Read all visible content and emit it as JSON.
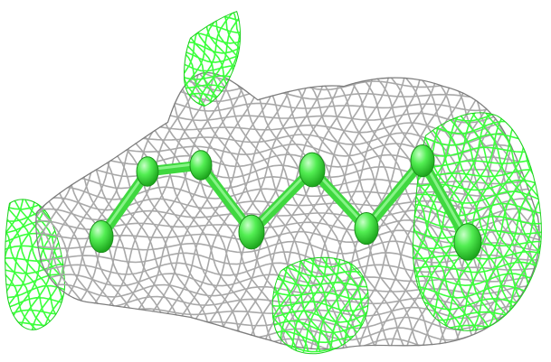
{
  "scene": {
    "description_free": true,
    "colors": {
      "background": "#ffffff",
      "grey_mesh": "#a8a8a8",
      "grey_mesh_dark": "#7d7d7d",
      "green_mesh": "#3cff3c",
      "green_mesh_dark": "#1fcf1f",
      "atom_fill": "#45e845",
      "atom_highlight": "#b8ffb8",
      "bond_fill": "#3fd83f"
    },
    "elements": {
      "grey_density": "grey-electron-density-mesh",
      "green_left": "green-density-mesh-left",
      "green_top": "green-density-mesh-top",
      "green_right": "green-density-mesh-right",
      "green_bottom": "green-density-mesh-bottom",
      "ligand": "ligand-ball-and-stick-model"
    }
  }
}
